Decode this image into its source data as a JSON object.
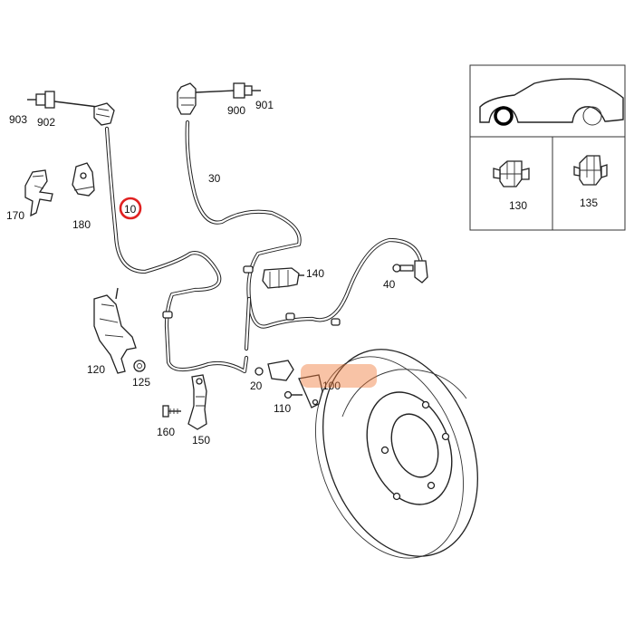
{
  "labels": {
    "p903": "903",
    "p902": "902",
    "p900": "900",
    "p901": "901",
    "p10": "10",
    "p30": "30",
    "p170": "170",
    "p180": "180",
    "p140": "140",
    "p40": "40",
    "p120": "120",
    "p125": "125",
    "p20": "20",
    "p100": "100",
    "p110": "110",
    "p160": "160",
    "p150": "150",
    "p130": "130",
    "p135": "135"
  },
  "colors": {
    "highlight_circle": "#e02020",
    "watermark": "#f07a3a",
    "line": "#222222"
  },
  "icons": {
    "vehicle": "car-side-outline-icon",
    "location_marker": "black-ring-marker-icon"
  }
}
